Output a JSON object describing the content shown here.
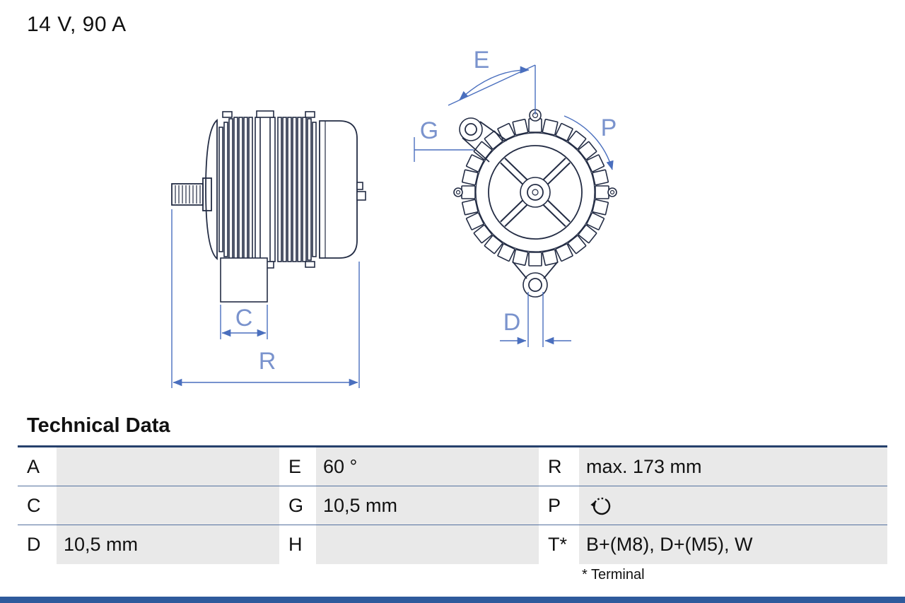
{
  "header": {
    "rating": "14 V, 90 A"
  },
  "drawing": {
    "labels": {
      "e": "E",
      "g": "G",
      "p": "P",
      "d": "D",
      "c": "C",
      "r": "R"
    }
  },
  "table": {
    "title": "Technical Data",
    "rows": [
      {
        "cells": [
          {
            "key": "A",
            "value": ""
          },
          {
            "key": "E",
            "value": "60 °"
          },
          {
            "key": "R",
            "value": "max. 173 mm"
          }
        ]
      },
      {
        "cells": [
          {
            "key": "C",
            "value": ""
          },
          {
            "key": "G",
            "value": "10,5 mm"
          },
          {
            "key": "P",
            "value": "",
            "icon": "rotation-direction-icon"
          }
        ]
      },
      {
        "cells": [
          {
            "key": "D",
            "value": "10,5 mm"
          },
          {
            "key": "H",
            "value": ""
          },
          {
            "key": "T*",
            "value": "B+(M8), D+(M5), W"
          }
        ]
      }
    ],
    "footnote": "* Terminal"
  },
  "colors": {
    "dimension_blue": "#4a6fbe",
    "dimension_label_blue": "#7a93cd",
    "drawing_line_navy": "#232c44",
    "cell_gray": "#e9e9e9",
    "rule_blue": "#54719f",
    "rule_dark": "#26406c",
    "footer_bar_blue": "#2e5a9c"
  }
}
